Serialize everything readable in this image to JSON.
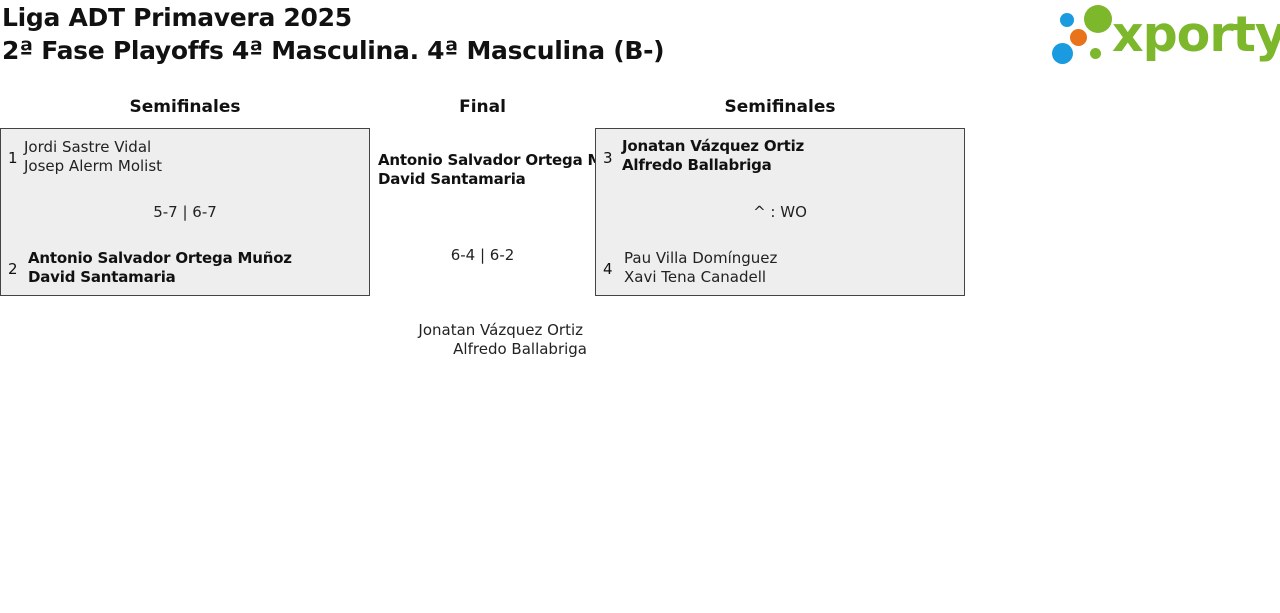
{
  "header": {
    "title": "Liga ADT Primavera 2025",
    "subtitle": "2ª Fase Playoffs 4ª Masculina. 4ª Masculina (B-)"
  },
  "logo": {
    "text": "xporty",
    "colors": {
      "green": "#7cb72c",
      "blue": "#1a9be0",
      "orange": "#e8731a"
    }
  },
  "columns": {
    "left_head": "Semifinales",
    "center_head": "Final",
    "right_head": "Semifinales"
  },
  "semifinal_left": {
    "top": {
      "seed": "1",
      "player1": "Jordi Sastre Vidal",
      "player2": "Josep Alerm Molist"
    },
    "score": "5-7 | 6-7",
    "bottom": {
      "seed": "2",
      "player1": "Antonio Salvador Ortega Muñoz",
      "player2": "David Santamaria"
    }
  },
  "final": {
    "top": {
      "player1": "Antonio Salvador Ortega Muñoz",
      "player2": "David Santamaria"
    },
    "score": "6-4 | 6-2",
    "bottom": {
      "player1": "Jonatan Vázquez Ortiz",
      "player2": "Alfredo Ballabriga"
    }
  },
  "semifinal_right": {
    "top": {
      "seed": "3",
      "player1": "Jonatan Vázquez Ortiz",
      "player2": "Alfredo Ballabriga"
    },
    "score": "^ : WO",
    "bottom": {
      "seed": "4",
      "player1": "Pau Villa Domínguez",
      "player2": "Xavi Tena Canadell"
    }
  }
}
